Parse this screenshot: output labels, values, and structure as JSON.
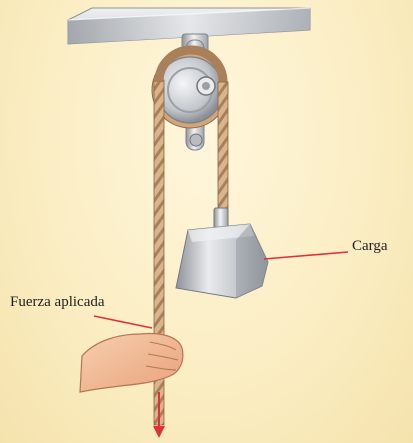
{
  "labels": {
    "load": "Carga",
    "applied_force": "Fuerza aplicada"
  },
  "colors": {
    "background": "#fbeec4",
    "rope": "#c9a27a",
    "metal": "#c9ccd0",
    "pointer_line": "#e0313a",
    "force_arrow": "#e0313a",
    "skin": "#f2bc96"
  },
  "icons": {
    "support": "ceiling-mount-plate",
    "pulley": "fixed-pulley-wheel",
    "load": "metal-weight",
    "hand": "pulling-hand",
    "arrow": "downward-force-arrow"
  }
}
